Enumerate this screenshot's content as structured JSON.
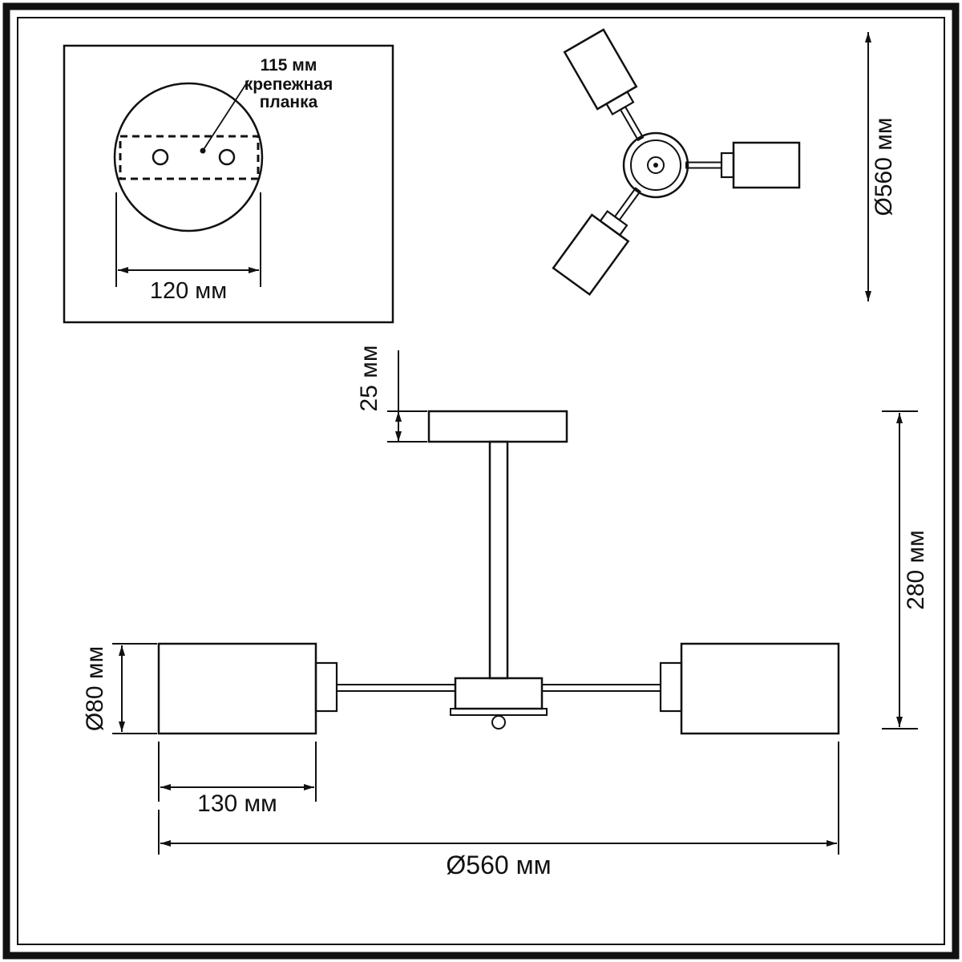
{
  "drawing": {
    "mount_detail": {
      "hole_spacing": "115 мм",
      "plate_label_line1": "крепежная",
      "plate_label_line2": "планка",
      "plate_width": "120 мм"
    },
    "top_view": {
      "diameter": "Ø560 мм"
    },
    "front_view": {
      "canopy_height": "25 мм",
      "total_height": "280 мм",
      "shade_diameter": "Ø80 мм",
      "shade_length": "130 мм",
      "total_width": "Ø560 мм"
    }
  },
  "colors": {
    "line": "#111111",
    "background": "#ffffff"
  }
}
